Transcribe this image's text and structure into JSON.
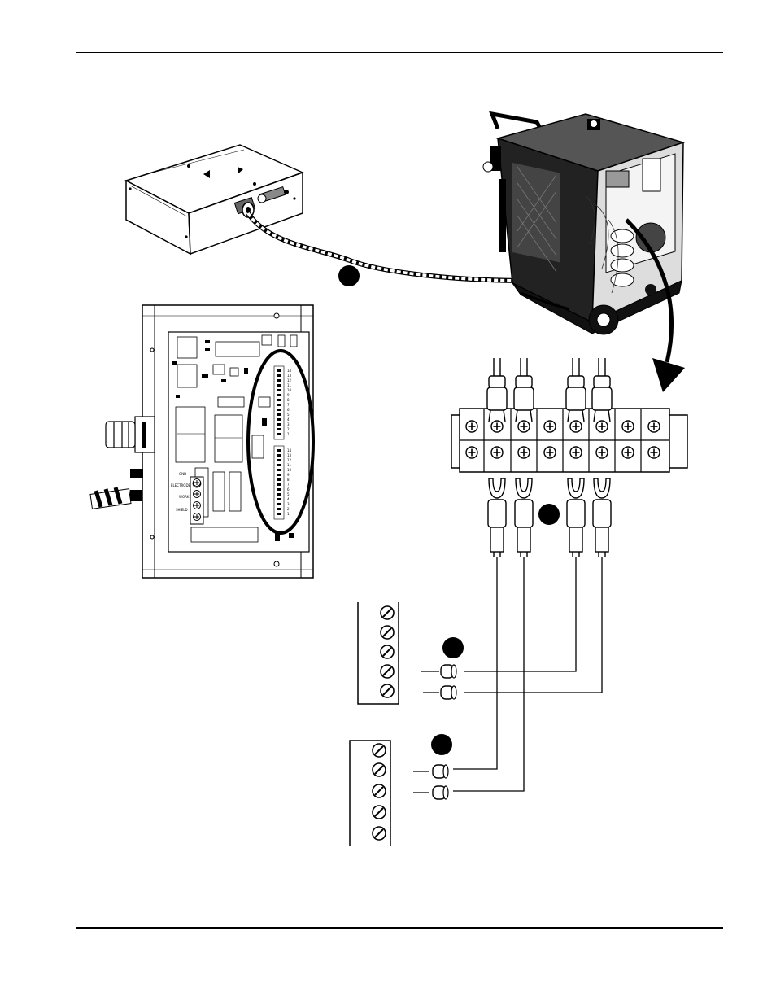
{
  "figure": {
    "callout_markers": [
      {
        "id": "interface-cable",
        "label": ""
      },
      {
        "id": "terminal-strip",
        "label": ""
      },
      {
        "id": "upper-terminal-block",
        "label": ""
      },
      {
        "id": "lower-terminal-block",
        "label": ""
      }
    ],
    "pcb": {
      "row_labels": [
        "GND",
        "ELECTRODE",
        "WORK",
        "SHIELD"
      ],
      "tb1_numbers": [
        "14",
        "13",
        "12",
        "11",
        "10",
        "9",
        "8",
        "7",
        "6",
        "5",
        "4",
        "3",
        "2",
        "1"
      ],
      "tb2_numbers": [
        "14",
        "13",
        "12",
        "11",
        "10",
        "9",
        "8",
        "7",
        "6",
        "5",
        "4",
        "3",
        "2",
        "1"
      ]
    },
    "colors": {
      "ink": "#000000",
      "paper": "#ffffff",
      "shade": "#333333"
    }
  }
}
